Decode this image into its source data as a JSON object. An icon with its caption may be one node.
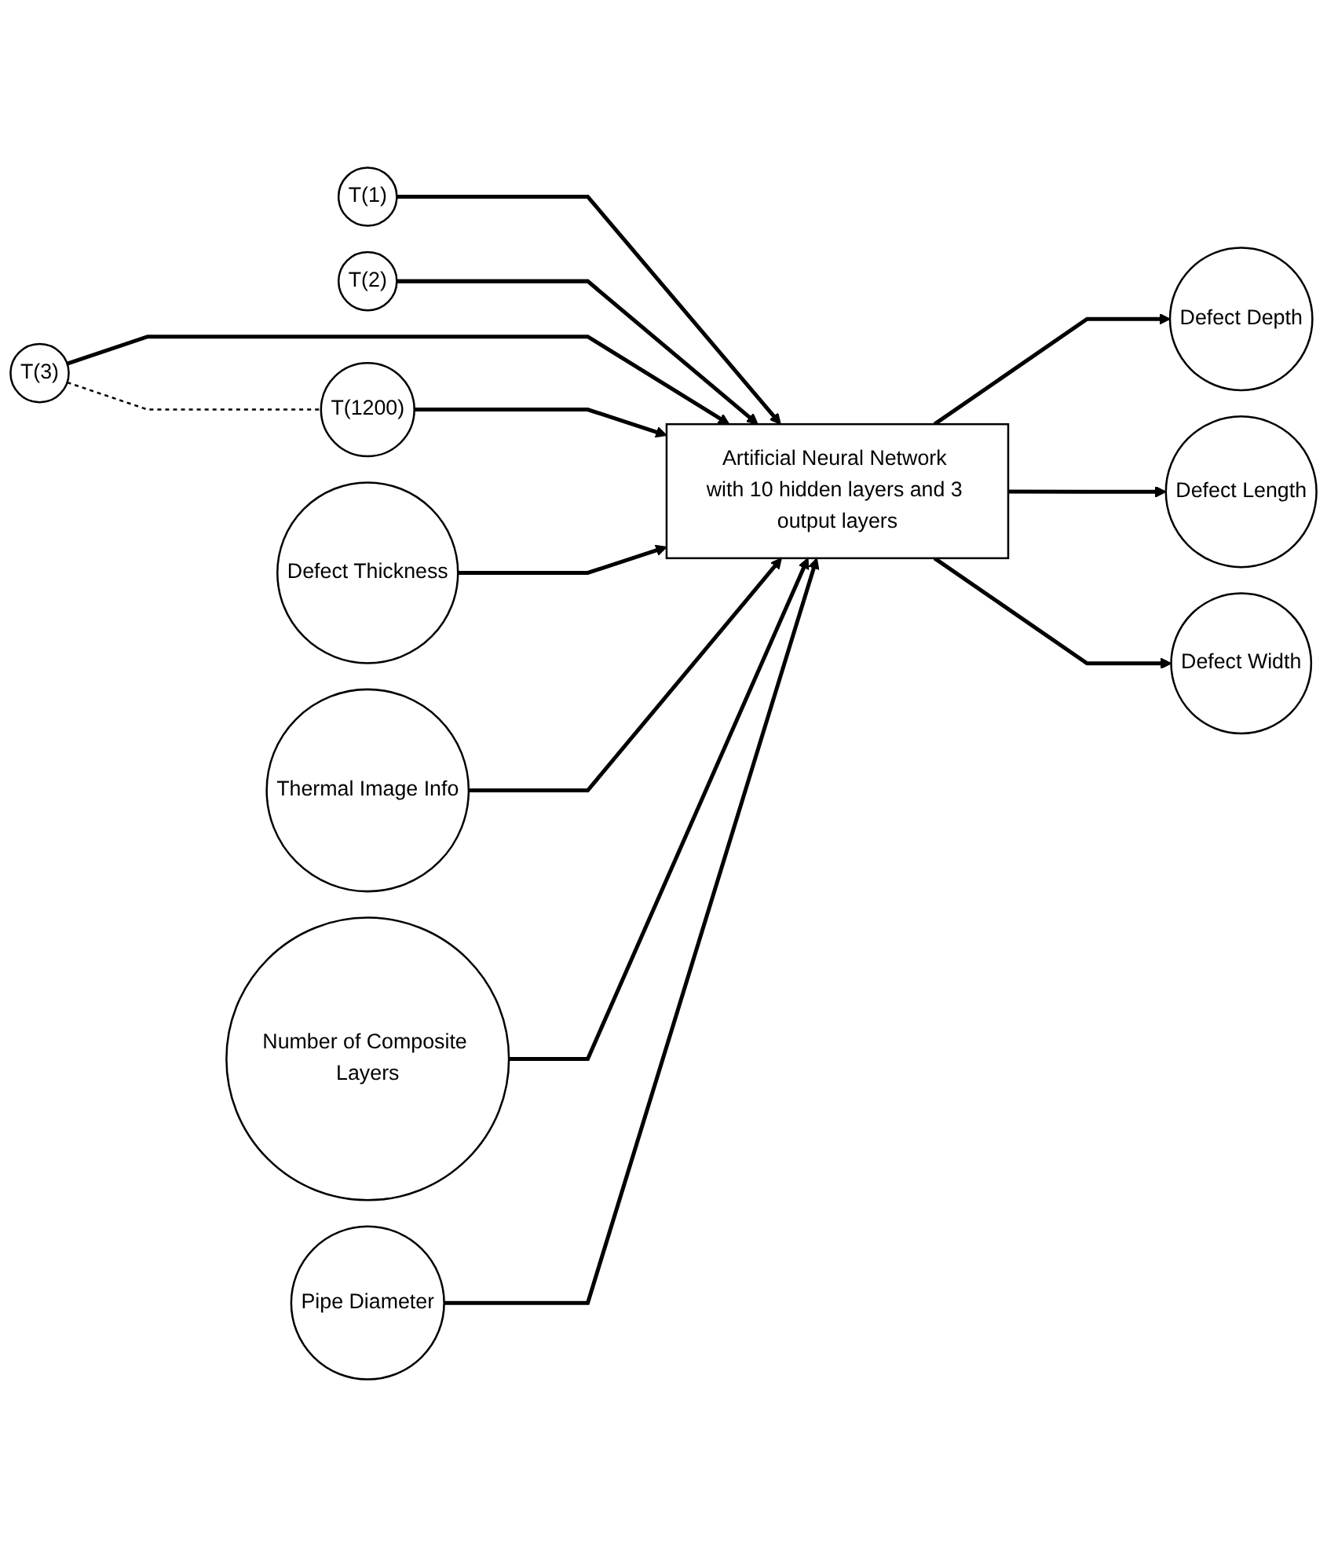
{
  "diagram": {
    "nodes": [
      {
        "text": [
          "T(1)"
        ]
      },
      {
        "text": [
          "T(2)"
        ]
      },
      {
        "text": [
          "T(3)"
        ]
      },
      {
        "text": [
          "T(1200)"
        ]
      },
      {
        "text": [
          "Defect Thickness"
        ]
      },
      {
        "text": [
          "Thermal Image Info"
        ]
      },
      {
        "text": [
          "Number of Composite Layers"
        ]
      },
      {
        "text": [
          "Pipe Diameter"
        ]
      },
      {
        "text": [
          "Artificial Neural Network with 10 hidden layers and 3 output layers"
        ]
      },
      {
        "text": [
          "Defect Depth"
        ]
      },
      {
        "text": [
          "Defect Length"
        ]
      },
      {
        "text": [
          "Defect Width"
        ]
      }
    ],
    "edges": [
      {
        "from": 0,
        "to": 8,
        "arrow": "to"
      },
      {
        "from": 1,
        "to": 8,
        "arrow": "to"
      },
      {
        "from": 2,
        "to": 8,
        "arrow": "to"
      },
      {
        "from": 2,
        "to": 3,
        "arrow": "none",
        "style": "dashed"
      },
      {
        "from": 3,
        "to": 8,
        "arrow": "to"
      },
      {
        "from": 4,
        "to": 8,
        "arrow": "to"
      },
      {
        "from": 5,
        "to": 8,
        "arrow": "to"
      },
      {
        "from": 6,
        "to": 8,
        "arrow": "to"
      },
      {
        "from": 7,
        "to": 8,
        "arrow": "to"
      },
      {
        "from": 8,
        "to": 9,
        "arrow": "to"
      },
      {
        "from": 8,
        "to": 10,
        "arrow": "to"
      },
      {
        "from": 8,
        "to": 11,
        "arrow": "to"
      }
    ]
  }
}
